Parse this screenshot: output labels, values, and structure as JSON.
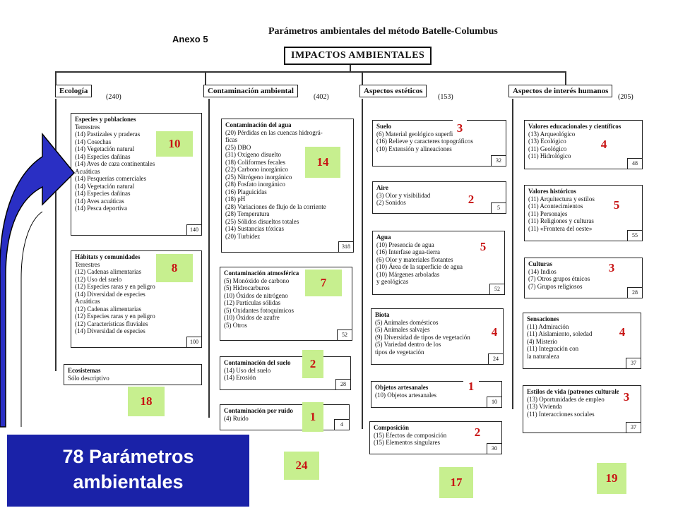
{
  "header": {
    "anexo": "Anexo 5",
    "title": "Parámetros ambientales del método Batelle-Columbus",
    "root": "IMPACTOS AMBIENTALES"
  },
  "categories": [
    {
      "label": "Ecología",
      "weight": "(240)"
    },
    {
      "label": "Contaminación ambiental",
      "weight": "(402)"
    },
    {
      "label": "Aspectos estéticos",
      "weight": "(153)"
    },
    {
      "label": "Aspectos de interés humanos",
      "weight": "(205)"
    }
  ],
  "ecologia": {
    "especies": {
      "title": "Especies y poblaciones",
      "terr": "Terrestres",
      "terr_items": [
        "(14) Pastizales y praderas",
        "(14) Cosechas",
        "(14) Vegetación natural",
        "(14) Especies dañinas",
        "(14) Aves de caza continentales"
      ],
      "acu": "Acuáticas",
      "acu_items": [
        "(14) Pesquerías comerciales",
        "(14) Vegetación natural",
        "(14) Especies dañinas",
        "(14) Aves acuáticas",
        "(14) Pesca deportiva"
      ],
      "total": "140"
    },
    "habitats": {
      "title": "Hábitats y comunidades",
      "terr": "Terrestres",
      "terr_items": [
        "(12) Cadenas alimentarias",
        "(12) Uso del suelo",
        "(12) Especies raras y en peligro",
        "(14) Diversidad de especies"
      ],
      "acu": "Acuáticas",
      "acu_items": [
        "(12) Cadenas alimentarias",
        "(12) Especies raras y en peligro",
        "(12) Características fluviales",
        "(14) Diversidad de especies"
      ],
      "total": "100"
    },
    "ecosistemas": {
      "title": "Ecosistemas",
      "desc": "Sólo descriptivo"
    }
  },
  "contaminacion": {
    "agua": {
      "title": "Contaminación del agua",
      "items": [
        "(20) Pérdidas en las cuencas hidrográ-",
        "ficas",
        "(25) DBO",
        "(31) Oxígeno disuelto",
        "(18) Coliformes fecales",
        "(22) Carbono inorgánico",
        "(25) Nitrógeno inorgánico",
        "(28) Fosfato inorgánico",
        "(16) Plaguicidas",
        "(18) pH",
        "(28) Variaciones de flujo de la corriente",
        "(28) Temperatura",
        "(25) Sólidos disueltos totales",
        "(14) Sustancias tóxicas",
        "(20) Turbidez"
      ],
      "total": "318"
    },
    "atmos": {
      "title": "Contaminación atmosférica",
      "items": [
        "(5) Monóxido de carbono",
        "(5) Hidrocarburos",
        "(10) Óxidos de nitrógeno",
        "(12) Partículas sólidas",
        "(5) Oxidantes fotoquímicos",
        "(10) Óxidos de azufre",
        "(5) Otros"
      ],
      "total": "52"
    },
    "suelo": {
      "title": "Contaminación del suelo",
      "items": [
        "(14) Uso del suelo",
        "(14) Erosión"
      ],
      "total": "28"
    },
    "ruido": {
      "title": "Contaminación por ruido",
      "items": [
        "(4) Ruido"
      ],
      "total": "4"
    }
  },
  "esteticos": {
    "suelo": {
      "title": "Suelo",
      "items": [
        "(6) Material geológico superficial",
        "(16) Relieve y caracteres topográficos",
        "(10) Extensión y alineaciones"
      ],
      "total": "32"
    },
    "aire": {
      "title": "Aire",
      "items": [
        "(3) Olor y visibilidad",
        "(2) Sonidos"
      ],
      "total": "5"
    },
    "agua": {
      "title": "Agua",
      "items": [
        "(10) Presencia de agua",
        "(16) Interfase agua-tierra",
        "(6) Olor y materiales flotantes",
        "(10) Área de la superficie de agua",
        "(10) Márgenes arboladas",
        "      y geológicas"
      ],
      "total": "52"
    },
    "biota": {
      "title": "Biota",
      "items": [
        "(5) Animales domésticos",
        "(5) Animales salvajes",
        "(9) Diversidad de tipos de vegetación",
        "(5) Variedad dentro de los",
        "      tipos de vegetación"
      ],
      "total": "24"
    },
    "objetos": {
      "title": "Objetos artesanales",
      "items": [
        "(10) Objetos artesanales"
      ],
      "total": "10"
    },
    "composicion": {
      "title": "Composición",
      "items": [
        "(15) Efectos de composición",
        "(15) Elementos singulares"
      ],
      "total": "30"
    }
  },
  "interes": {
    "valores_edu": {
      "title": "Valores educacionales y científicos",
      "items": [
        "(13) Arqueológico",
        "(13) Ecológico",
        "(11) Geológico",
        "(11) Hidrológico"
      ],
      "total": "48"
    },
    "valores_hist": {
      "title": "Valores históricos",
      "items": [
        "(11) Arquitectura y estilos",
        "(11) Acontecimientos",
        "(11) Personajes",
        "(11) Religiones y culturas",
        "(11) «Frontera del oeste»"
      ],
      "total": "55"
    },
    "culturas": {
      "title": "Culturas",
      "items": [
        "(14) Indios",
        "(7) Otros grupos étnicos",
        "(7) Grupos religiosos"
      ],
      "total": "28"
    },
    "sensaciones": {
      "title": "Sensaciones",
      "items": [
        "(11) Admiración",
        "(11) Aislamiento, soledad",
        "(4) Misterio",
        "(11) Integración con",
        "      la naturaleza"
      ],
      "total": "37"
    },
    "estilos": {
      "title": "Estilos de vida (patrones culturales)",
      "items": [
        "(13) Oportunidades de empleo",
        "(13) Vivienda",
        "(11) Interacciones sociales"
      ],
      "total": "37"
    }
  },
  "overlay": {
    "counts": [
      "10",
      "8",
      "18",
      "14",
      "7",
      "2",
      "1",
      "24",
      "3",
      "2",
      "5",
      "4",
      "1",
      "2",
      "17",
      "4",
      "5",
      "3",
      "4",
      "3",
      "19"
    ],
    "summary_line1": "78  Parámetros",
    "summary_line2": "ambientales",
    "colors": {
      "badge_bg": "#c7ef8f",
      "badge_text": "#c81414",
      "summary_bg": "#1a22a8",
      "arrow": "#2a2fc4"
    }
  }
}
